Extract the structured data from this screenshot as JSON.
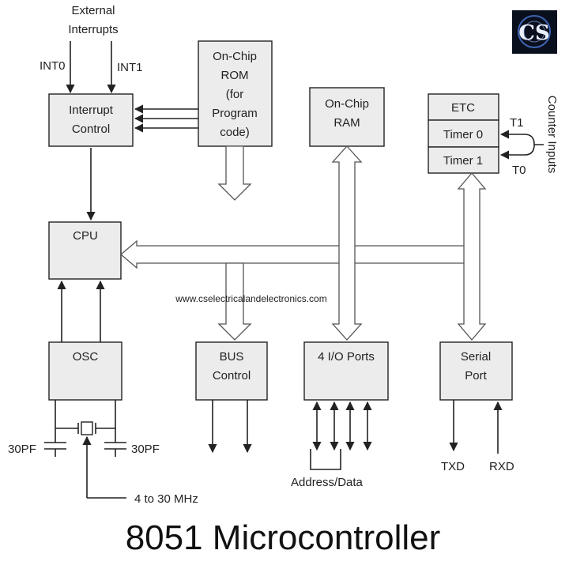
{
  "blocks": {
    "interrupt_control": [
      "Interrupt",
      "Control"
    ],
    "rom": [
      "On-Chip",
      "ROM",
      "(for",
      "Program",
      "code)"
    ],
    "ram": [
      "On-Chip",
      "RAM"
    ],
    "etc": "ETC",
    "timer0": "Timer 0",
    "timer1": "Timer 1",
    "cpu": "CPU",
    "osc": "OSC",
    "bus_control": [
      "BUS",
      "Control"
    ],
    "io_ports": "4 I/O Ports",
    "serial_port": [
      "Serial",
      "Port"
    ]
  },
  "labels": {
    "external_interrupts": [
      "External",
      "Interrupts"
    ],
    "int0": "INT0",
    "int1": "INT1",
    "t1": "T1",
    "t0": "T0",
    "counter_inputs": "Counter Inputs",
    "website": "www.cselectricalandelectronics.com",
    "cap_left": "30PF",
    "cap_right": "30PF",
    "crystal_freq": "4 to 30 MHz",
    "address_data": "Address/Data",
    "txd": "TXD",
    "rxd": "RXD"
  },
  "title": "8051 Microcontroller",
  "logo": {
    "letters": "CS",
    "icon": "cs-logo-icon",
    "bg": "#0a0f1e",
    "glow": "#4a7bd8"
  }
}
